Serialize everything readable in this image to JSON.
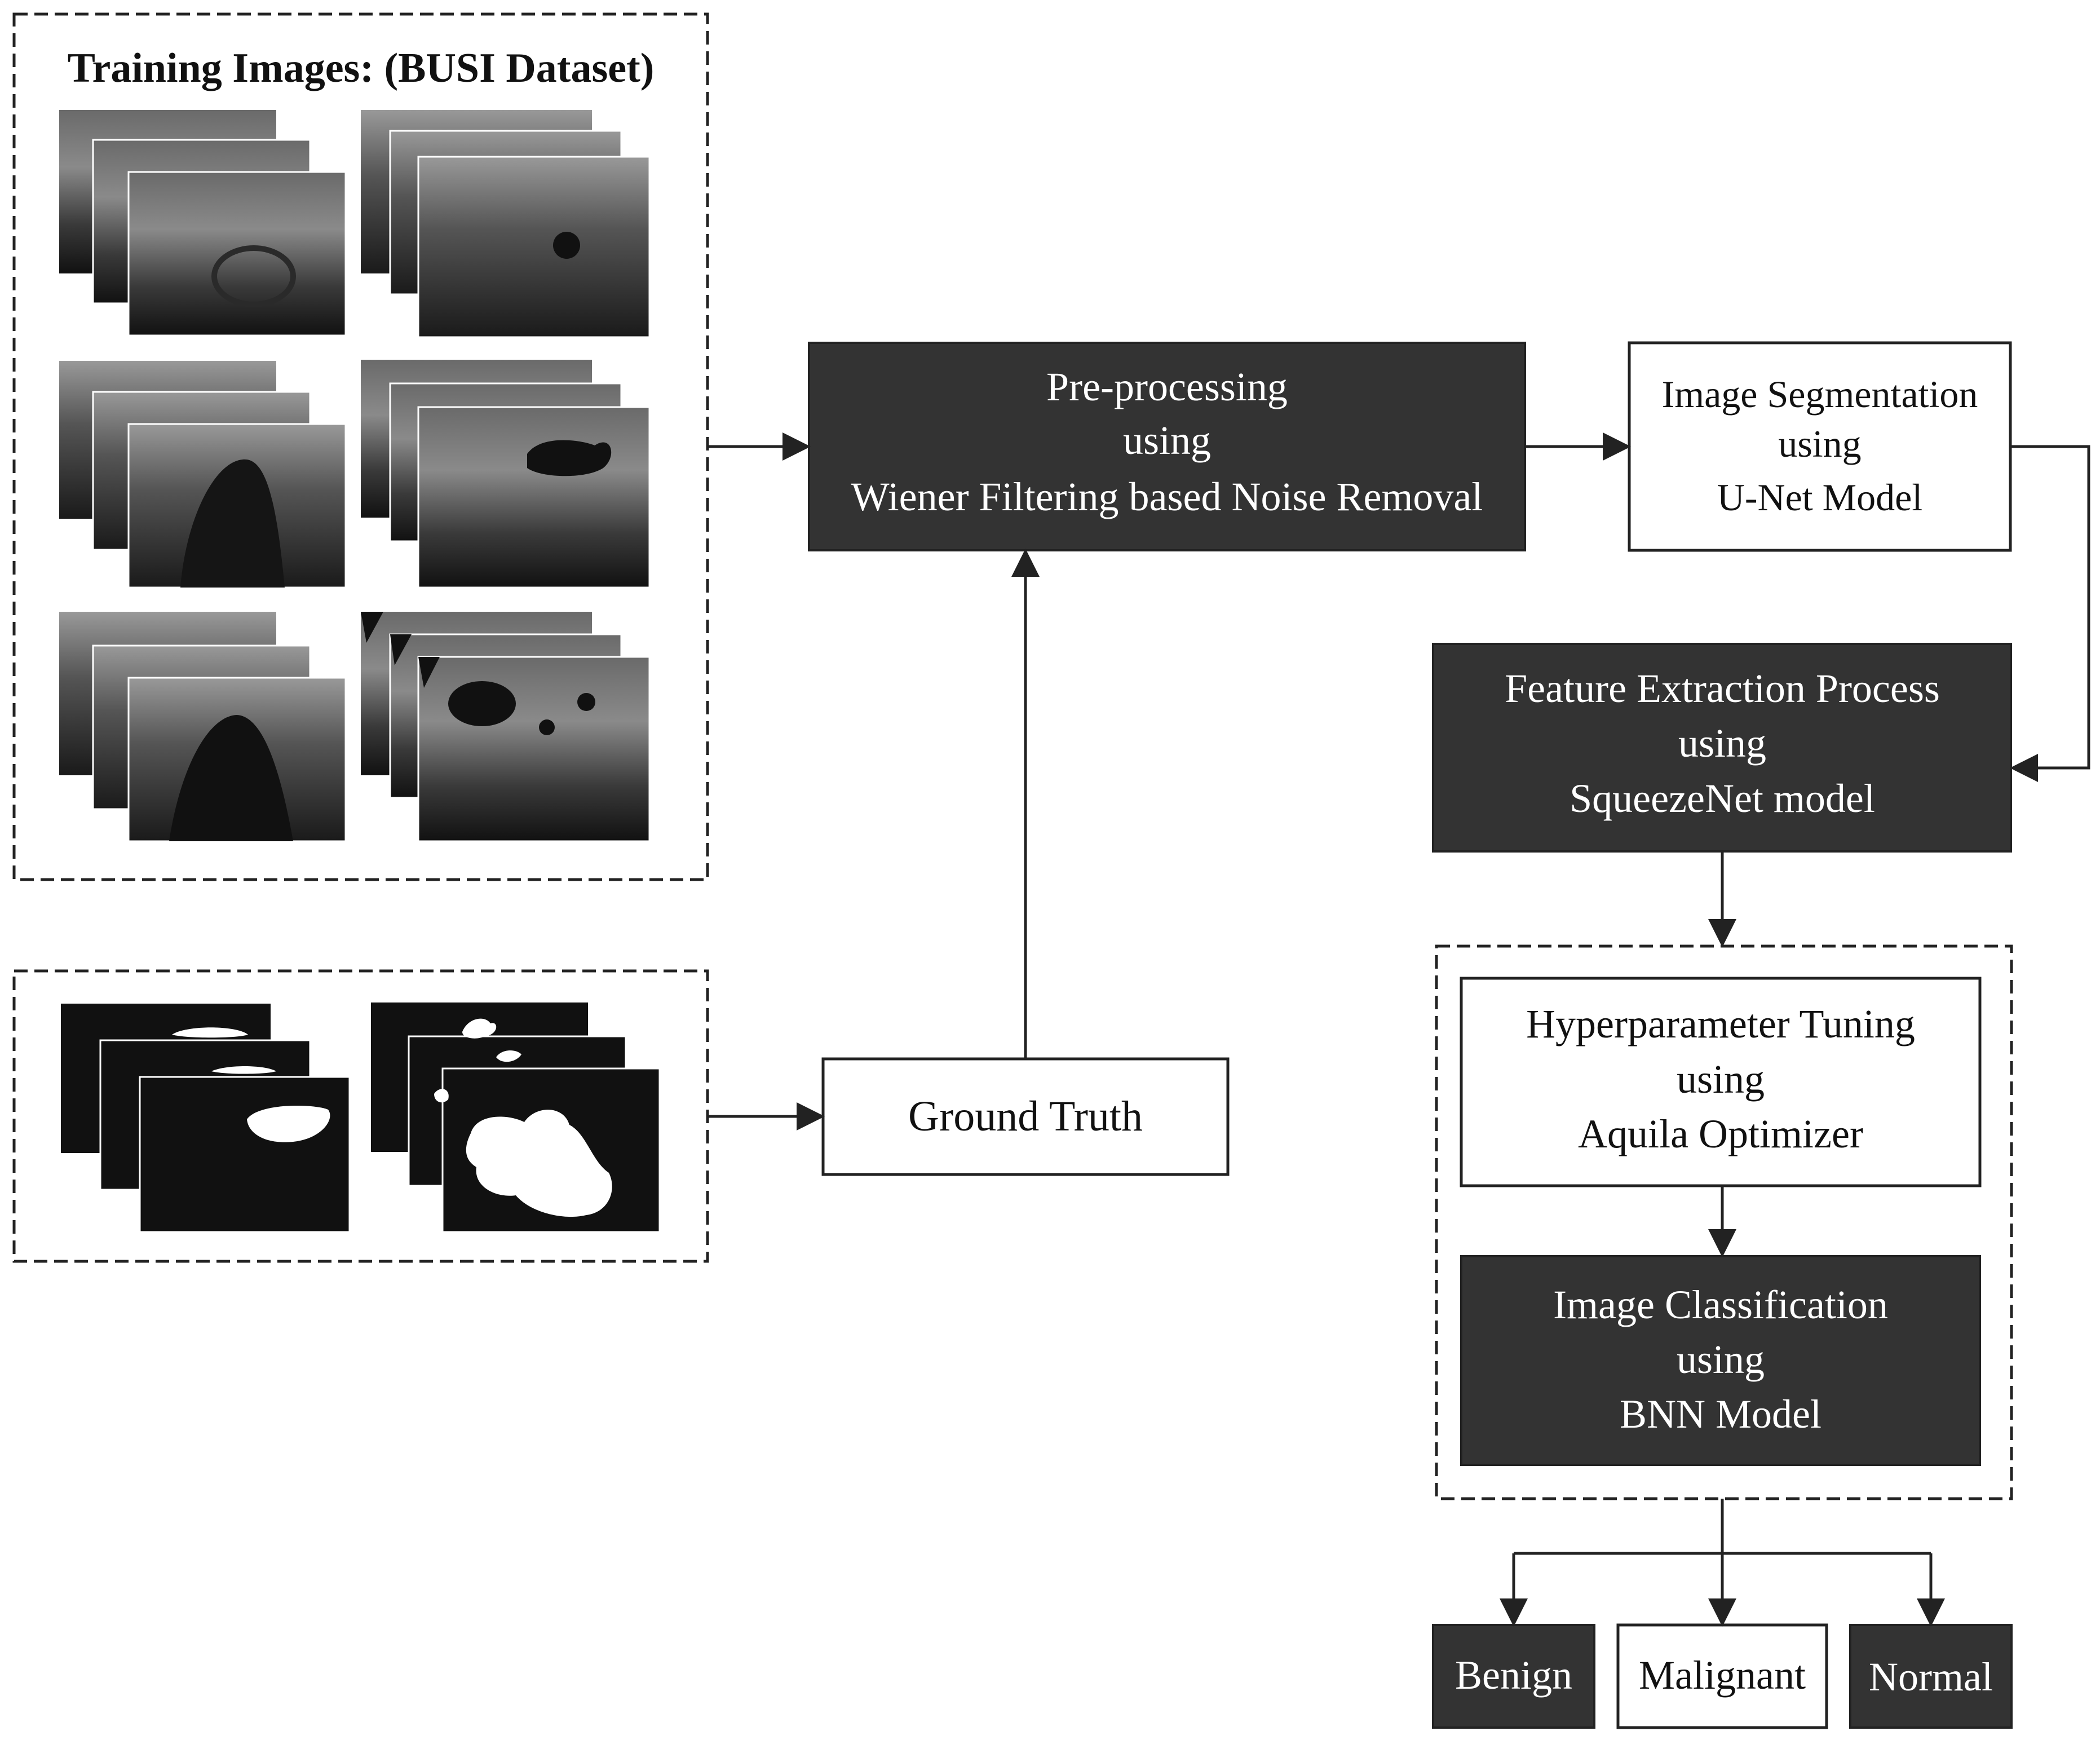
{
  "training_panel": {
    "title": "Training Images: (BUSI Dataset)"
  },
  "steps": {
    "preprocessing": {
      "line1": "Pre-processing",
      "line2": "using",
      "line3": "Wiener Filtering based Noise Removal"
    },
    "segmentation": {
      "line1": "Image Segmentation",
      "line2": "using",
      "line3": "U-Net Model"
    },
    "feature_extraction": {
      "line1": "Feature Extraction Process",
      "line2": "using",
      "line3": "SqueezeNet model"
    },
    "hyperparameter_tuning": {
      "line1": "Hyperparameter Tuning",
      "line2": "using",
      "line3": "Aquila Optimizer"
    },
    "classification": {
      "line1": "Image Classification",
      "line2": "using",
      "line3": "BNN Model"
    },
    "ground_truth": {
      "label": "Ground Truth"
    }
  },
  "outputs": {
    "benign": "Benign",
    "malignant": "Malignant",
    "normal": "Normal"
  },
  "colors": {
    "dark_box": "#333333",
    "light_box": "#ffffff",
    "stroke": "#222222",
    "text_on_dark": "#ffffff",
    "text_on_light": "#111111"
  }
}
